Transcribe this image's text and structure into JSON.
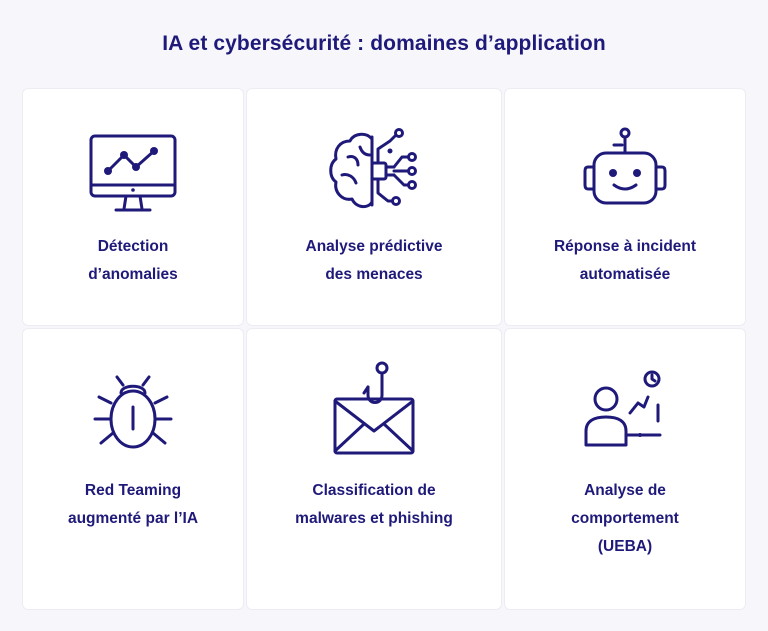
{
  "title": "IA et cybersécurité : domaines d’application",
  "colors": {
    "accent": "#1f1a7a",
    "background": "#f7f7fb",
    "card": "#ffffff"
  },
  "cards": [
    {
      "icon": "monitor-chart-icon",
      "lines": [
        "Détection",
        "d’anomalies"
      ]
    },
    {
      "icon": "brain-circuit-icon",
      "lines": [
        "Analyse prédictive",
        "des menaces"
      ]
    },
    {
      "icon": "robot-icon",
      "lines": [
        "Réponse à incident",
        "automatisée"
      ]
    },
    {
      "icon": "bug-icon",
      "lines": [
        "Red Teaming",
        "augmenté par l’IA"
      ]
    },
    {
      "icon": "phishing-envelope-icon",
      "lines": [
        "Classification de",
        "malwares et phishing"
      ]
    },
    {
      "icon": "user-behavior-icon",
      "lines": [
        "Analyse de",
        "comportement",
        "(UEBA)"
      ]
    }
  ]
}
